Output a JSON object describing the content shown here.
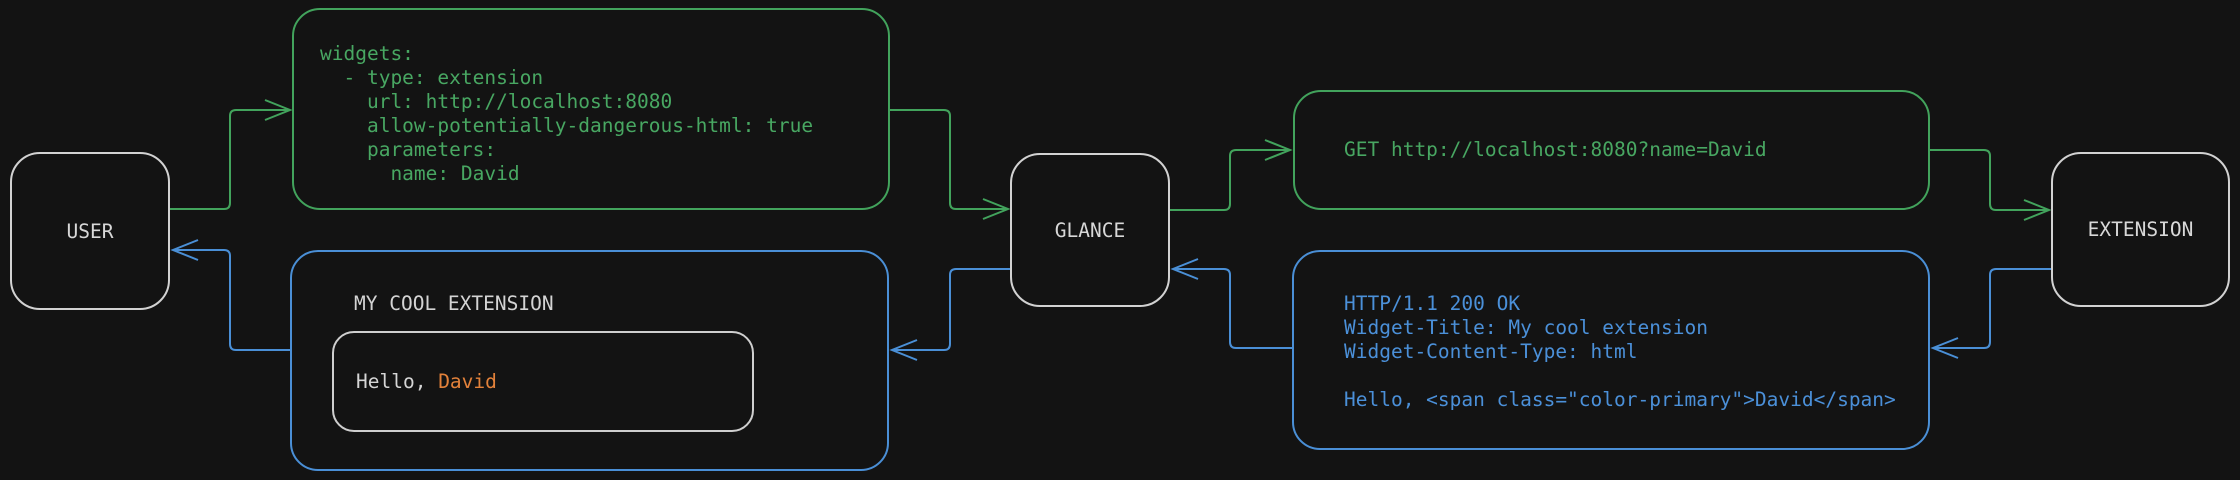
{
  "nodes": {
    "user": {
      "label": "USER"
    },
    "glance": {
      "label": "GLANCE"
    },
    "extension": {
      "label": "EXTENSION"
    }
  },
  "messages": {
    "config": {
      "lines": [
        "widgets:",
        "  - type: extension",
        "    url: http://localhost:8080",
        "    allow-potentially-dangerous-html: true",
        "    parameters:",
        "      name: David"
      ]
    },
    "request": {
      "line": "GET http://localhost:8080?name=David"
    },
    "response": {
      "lines": [
        "HTTP/1.1 200 OK",
        "Widget-Title: My cool extension",
        "Widget-Content-Type: html",
        "",
        "Hello, <span class=\"color-primary\">David</span>"
      ]
    },
    "widget": {
      "title": "MY COOL EXTENSION",
      "greeting": {
        "prefix": "Hello, ",
        "name": "David"
      }
    }
  },
  "edges": [
    {
      "from": "user",
      "to": "config-message",
      "color": "green"
    },
    {
      "from": "config-message",
      "to": "glance",
      "color": "green"
    },
    {
      "from": "glance",
      "to": "request-message",
      "color": "green"
    },
    {
      "from": "request-message",
      "to": "extension",
      "color": "green"
    },
    {
      "from": "extension",
      "to": "response-message",
      "color": "blue"
    },
    {
      "from": "response-message",
      "to": "glance",
      "color": "blue"
    },
    {
      "from": "glance",
      "to": "widget-message",
      "color": "blue"
    },
    {
      "from": "widget-message",
      "to": "user",
      "color": "blue"
    }
  ],
  "colors": {
    "background": "#131313",
    "green": "#42a35c",
    "blue": "#4a8fd6",
    "orange": "#e2813a",
    "node_border": "#d2d2d2",
    "text": "#d6d6d6"
  }
}
